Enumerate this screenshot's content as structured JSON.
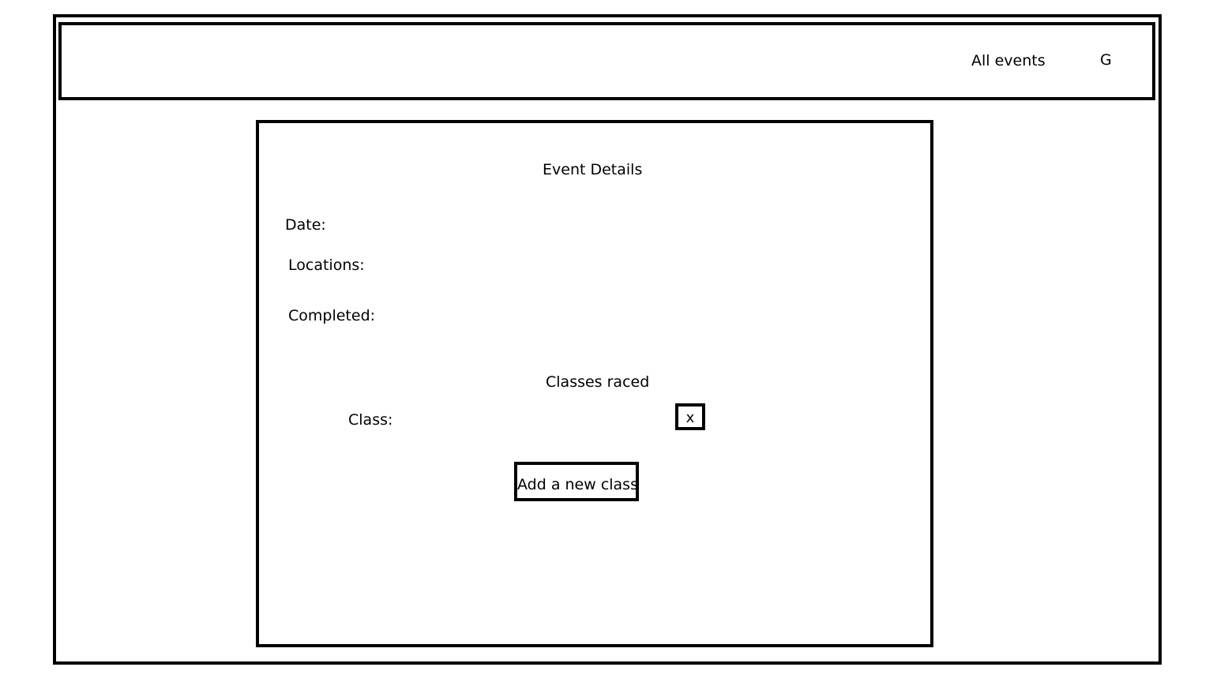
{
  "header": {
    "nav_all_events": "All events",
    "user_initial": "G"
  },
  "event_details": {
    "title": "Event Details",
    "date_label": "Date:",
    "locations_label": "Locations:",
    "completed_label": "Completed:"
  },
  "classes": {
    "section_title": "Classes raced",
    "items": [
      {
        "label": "Class:",
        "remove_label": "x"
      }
    ],
    "add_button_label": "Add a new class"
  }
}
